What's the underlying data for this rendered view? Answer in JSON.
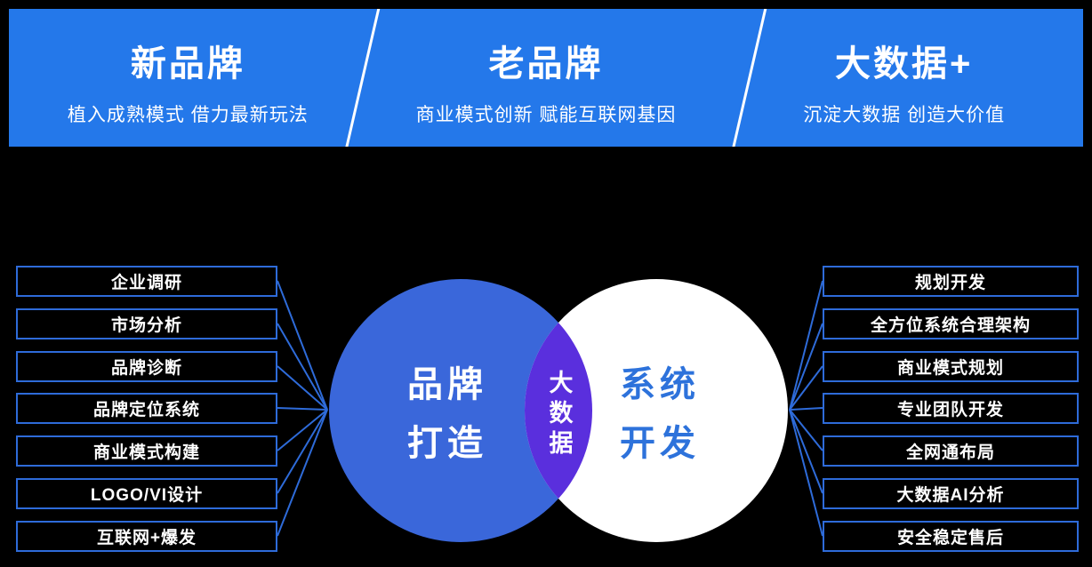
{
  "colors": {
    "bg": "#000000",
    "banner-blue": "#2478EA",
    "circle-blue": "#3A67DA",
    "overlap-purple": "#5A2FDD",
    "box-border": "#2E6BD9",
    "line-blue": "#2E6BD9",
    "right-text-blue": "#2D72DB"
  },
  "banner": {
    "sections": [
      {
        "title": "新品牌",
        "subtitle": "植入成熟模式 借力最新玩法"
      },
      {
        "title": "老品牌",
        "subtitle": "商业模式创新 赋能互联网基因"
      },
      {
        "title": "大数据+",
        "subtitle": "沉淀大数据 创造大价值"
      }
    ]
  },
  "venn": {
    "left": {
      "line1": "品牌",
      "line2": "打造"
    },
    "center": {
      "label": "大数据"
    },
    "right": {
      "line1": "系统",
      "line2": "开发"
    }
  },
  "left_items": [
    "企业调研",
    "市场分析",
    "品牌诊断",
    "品牌定位系统",
    "商业模式构建",
    "LOGO/VI设计",
    "互联网+爆发"
  ],
  "right_items": [
    "规划开发",
    "全方位系统合理架构",
    "商业模式规划",
    "专业团队开发",
    "全网通布局",
    "大数据AI分析",
    "安全稳定售后"
  ]
}
